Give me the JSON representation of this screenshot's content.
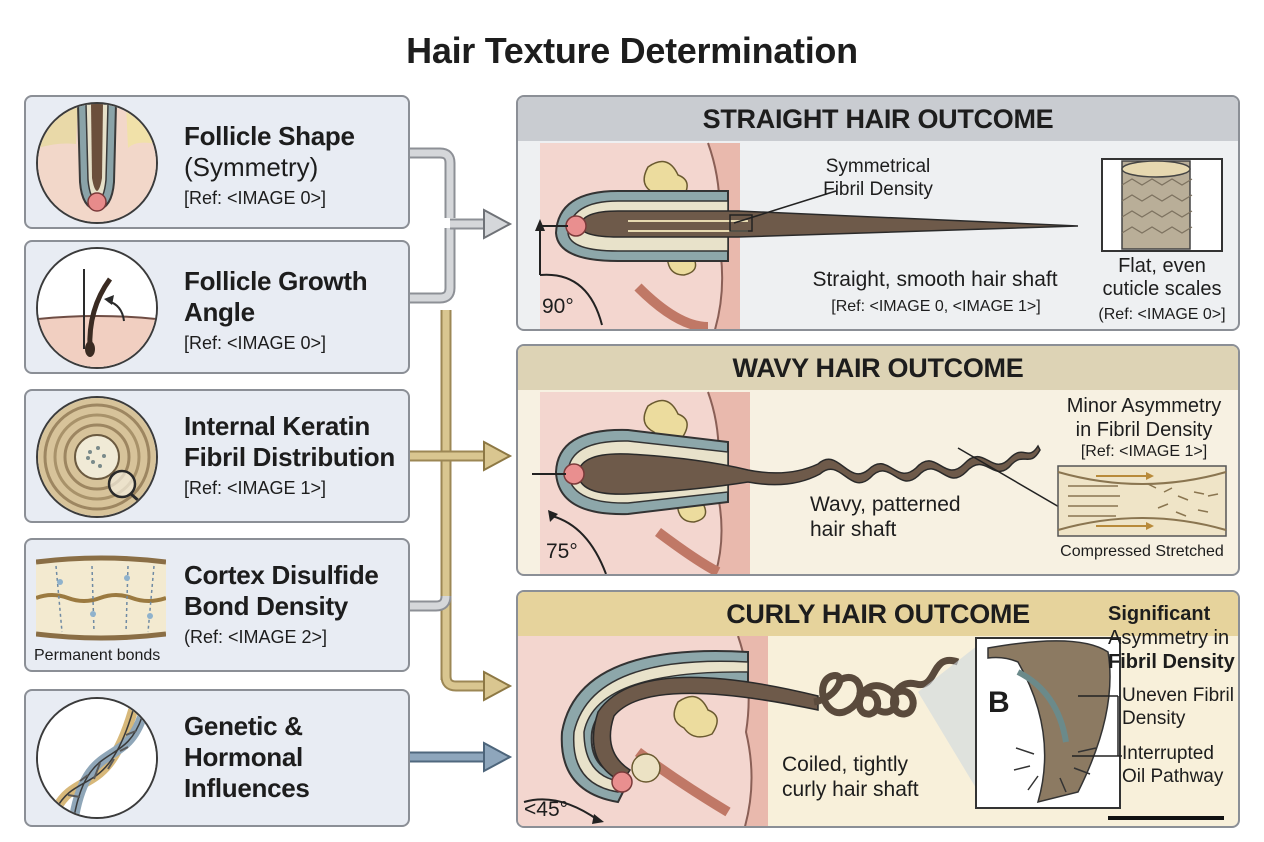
{
  "title": "Hair Texture Determination",
  "factors": [
    {
      "title": "Follicle Shape",
      "subtitle": "(Symmetry)",
      "ref": "[Ref: <IMAGE 0>]",
      "icon": "follicle-shape-icon"
    },
    {
      "title_line1": "Follicle Growth",
      "title_line2": "Angle",
      "ref": "[Ref: <IMAGE 0>]",
      "icon": "growth-angle-icon"
    },
    {
      "title_line1": "Internal Keratin",
      "title_line2": "Fibril Distribution",
      "ref": "[Ref: <IMAGE 1>]",
      "icon": "keratin-cross-section-icon"
    },
    {
      "title_line1": "Cortex Disulfide",
      "title_line2": "Bond Density",
      "ref": "(Ref: <IMAGE 2>]",
      "caption": "Permanent bonds",
      "icon": "disulfide-bond-icon"
    },
    {
      "title_line1": "Genetic &",
      "title_line2": "Hormonal",
      "title_line3": "Influences",
      "icon": "dna-icon"
    }
  ],
  "outcomes": {
    "straight": {
      "header": "STRAIGHT HAIR OUTCOME",
      "angle": "90°",
      "fibril_label_line1": "Symmetrical",
      "fibril_label_line2": "Fibril Density",
      "shaft_label": "Straight, smooth hair shaft",
      "shaft_ref": "[Ref: <IMAGE 0, <IMAGE 1>]",
      "cuticle_line1": "Flat, even",
      "cuticle_line2": "cuticle scales",
      "cuticle_ref": "(Ref: <IMAGE 0>]",
      "band_color": "#c9ccd1"
    },
    "wavy": {
      "header": "WAVY HAIR OUTCOME",
      "angle": "75°",
      "asym_line1": "Minor Asymmetry",
      "asym_line2": "in Fibril Density",
      "asym_ref": "[Ref: <IMAGE 1>]",
      "shaft_line1": "Wavy, patterned",
      "shaft_line2": "hair shaft",
      "inset_caption": "Compressed Stretched",
      "band_color": "#ddd3b5"
    },
    "curly": {
      "header": "CURLY HAIR OUTCOME",
      "angle": "<45°",
      "sig_line1": "Significant",
      "sig_line2": "Asymmetry in",
      "sig_line3": "Fibril Density",
      "shaft_line1": "Coiled, tightly",
      "shaft_line2": "curly hair shaft",
      "inset_letter": "B",
      "callout1_line1": "Uneven Fibril",
      "callout1_line2": "Density",
      "callout2_line1": "Interrupted",
      "callout2_line2": "Oil Pathway",
      "band_color": "#e6d39c"
    }
  },
  "connector_colors": {
    "gray": "#a7aab0",
    "gold": "#c9b174",
    "blue": "#6f8aa3"
  }
}
